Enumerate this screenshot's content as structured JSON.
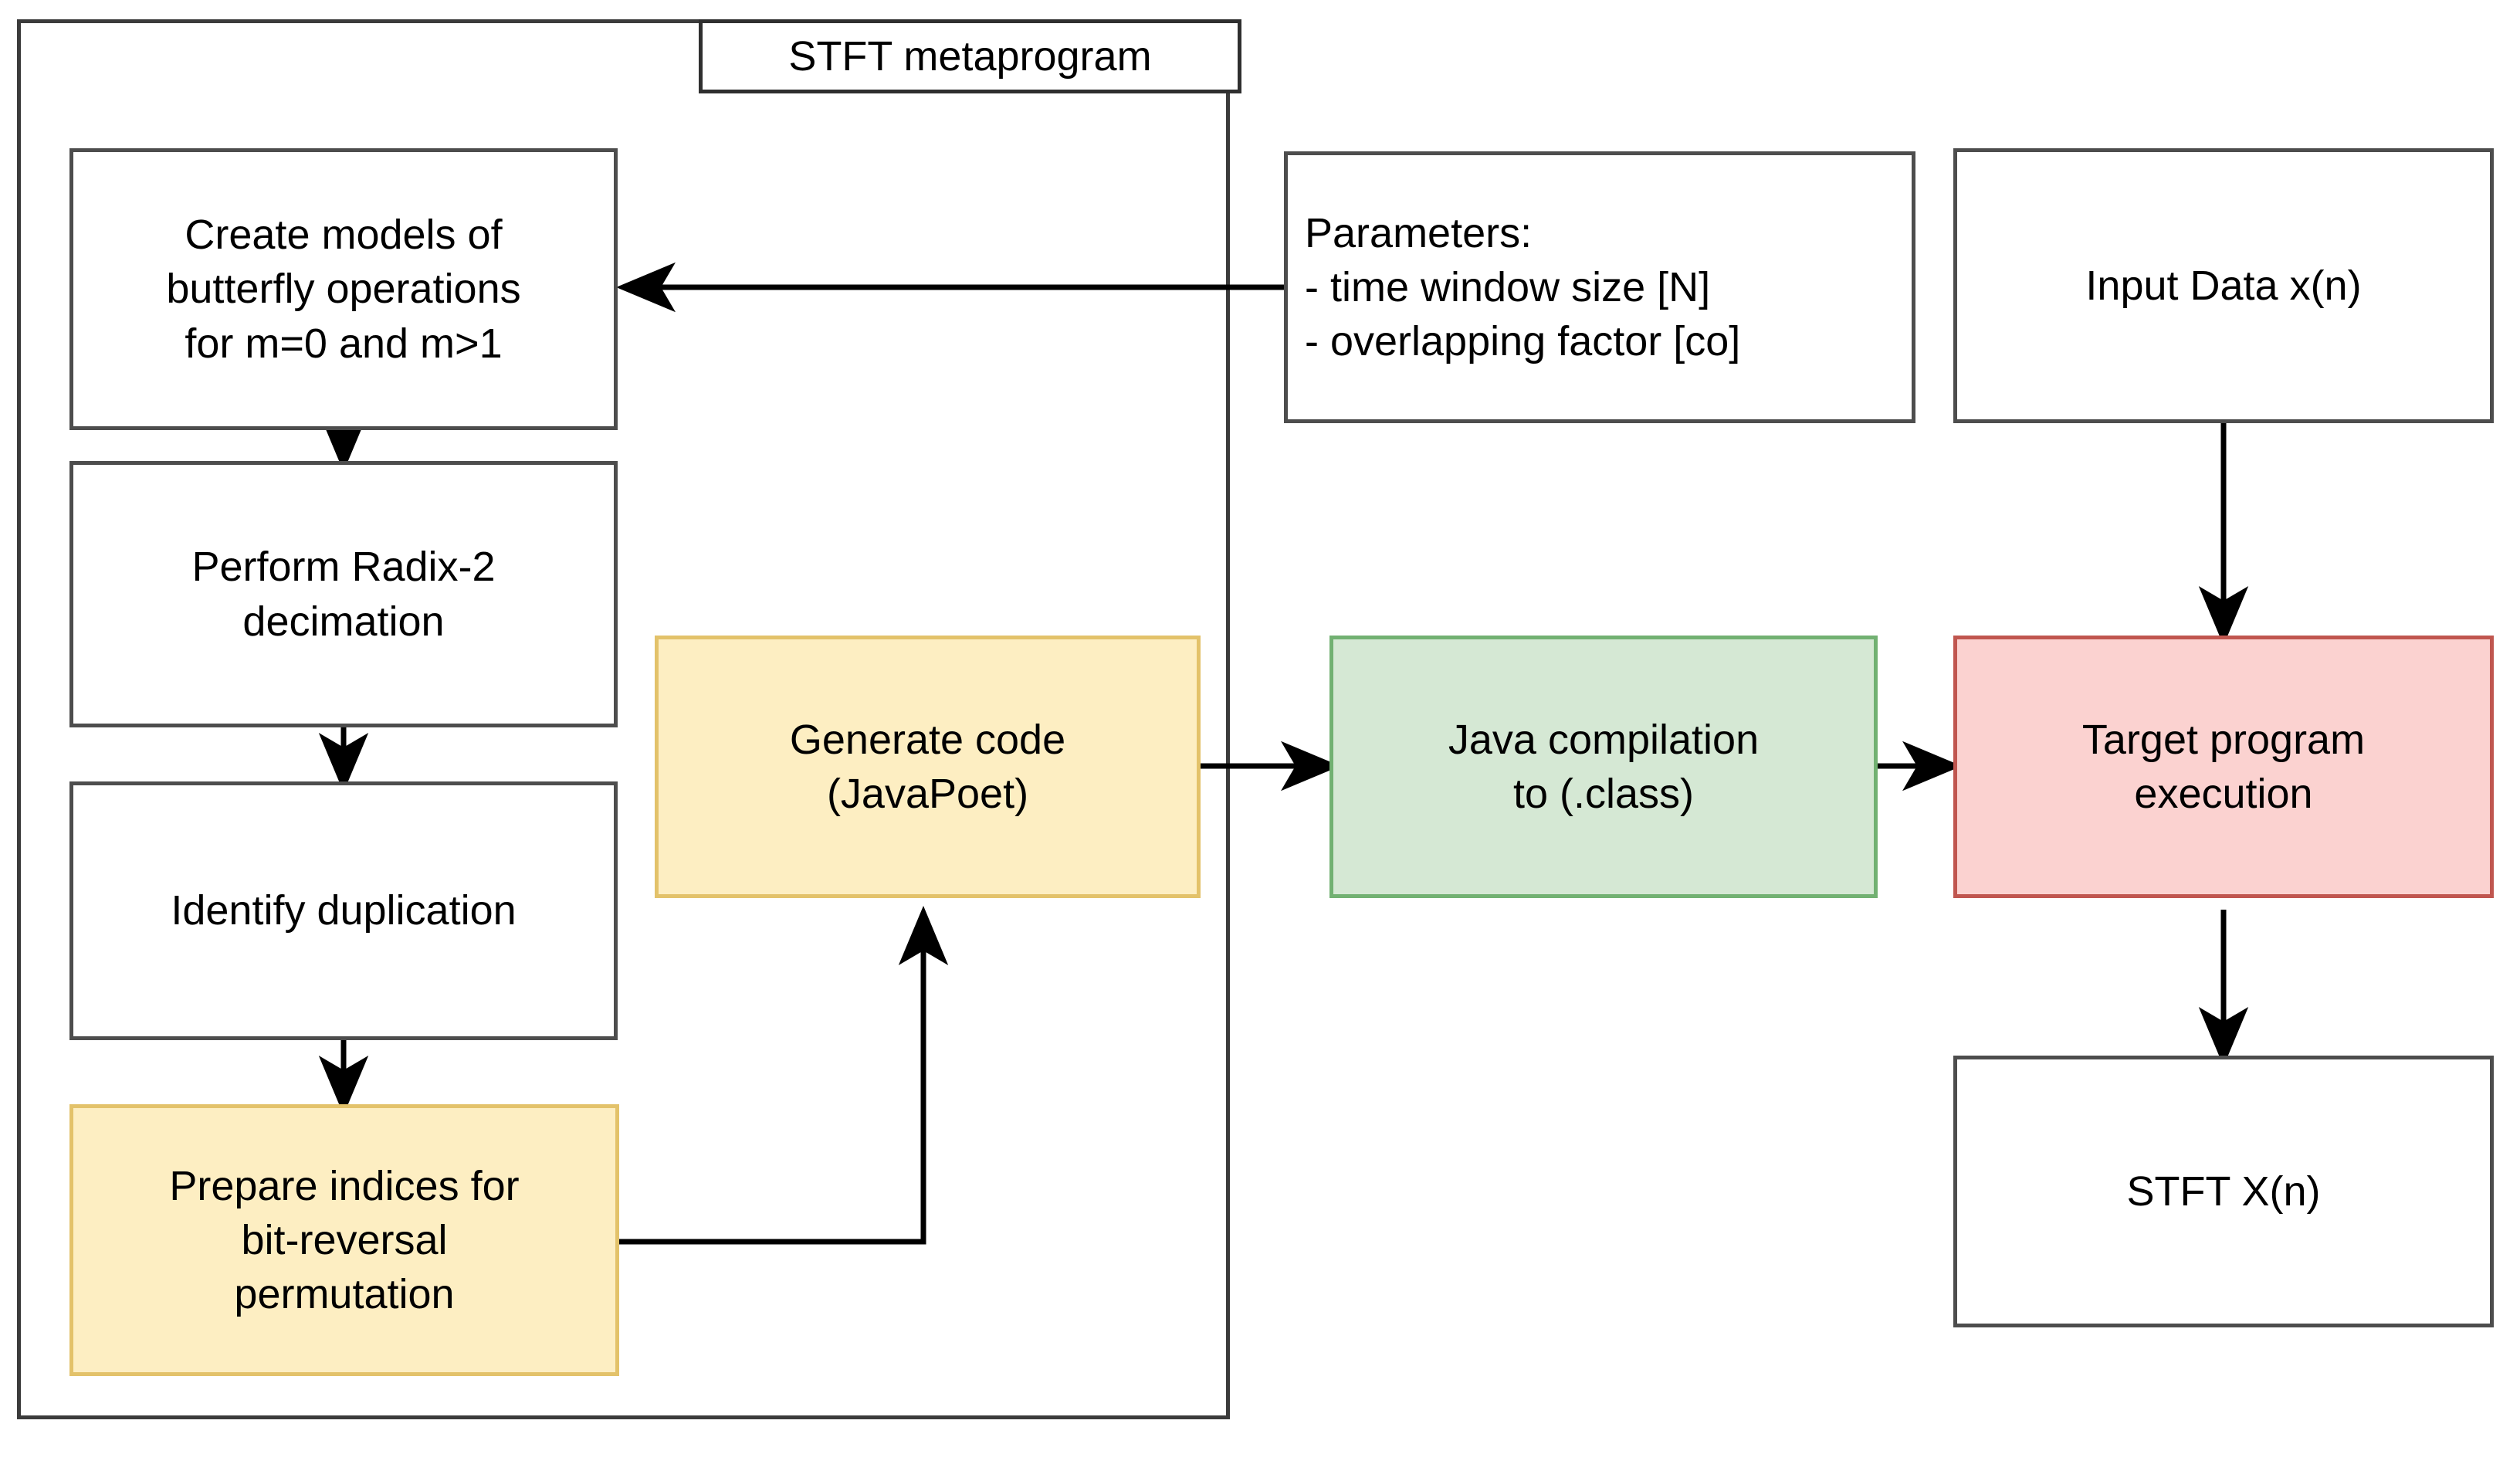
{
  "diagram": {
    "title": "STFT metaprogram",
    "container_label": "STFT metaprogram",
    "colors": {
      "plain_fill": "#ffffff",
      "plain_border": "#4d4d4d",
      "yellow_fill": "#fdeec2",
      "yellow_border": "#e3c26a",
      "green_fill": "#d5e8d4",
      "green_border": "#72b172",
      "red_fill": "#fbd2d0",
      "red_border": "#c0564f",
      "arrow": "#000000",
      "background": "#ffffff"
    },
    "nodes": {
      "create_models": "Create models of\nbutterfly operations\nfor m=0 and m>1",
      "radix2": "Perform Radix-2\ndecimation",
      "identify_duplication": "Identify duplication",
      "prepare_indices": "Prepare indices for\nbit-reversal\npermutation",
      "generate_code": "Generate code\n(JavaPoet)",
      "parameters": "Parameters:\n- time window size [N]\n- overlapping factor [co]",
      "java_compilation": "Java compilation\nto (.class)",
      "input_data": "Input Data x(n)",
      "target_execution": "Target program\nexecution",
      "stft_output": "STFT X(n)"
    },
    "parameters_list": [
      "Parameters:",
      "- time window size [N]",
      "- overlapping factor [co]"
    ],
    "edges": [
      {
        "from": "parameters",
        "to": "create_models",
        "style": "straight-left-arrow"
      },
      {
        "from": "create_models",
        "to": "radix2",
        "style": "straight-down-arrow"
      },
      {
        "from": "radix2",
        "to": "identify_duplication",
        "style": "straight-down-arrow"
      },
      {
        "from": "identify_duplication",
        "to": "prepare_indices",
        "style": "straight-down-arrow"
      },
      {
        "from": "prepare_indices",
        "to": "generate_code",
        "style": "elbow-up-arrow"
      },
      {
        "from": "generate_code",
        "to": "java_compilation",
        "style": "straight-right-arrow"
      },
      {
        "from": "java_compilation",
        "to": "target_execution",
        "style": "straight-right-arrow"
      },
      {
        "from": "input_data",
        "to": "target_execution",
        "style": "straight-down-arrow"
      },
      {
        "from": "target_execution",
        "to": "stft_output",
        "style": "straight-down-arrow"
      }
    ]
  }
}
